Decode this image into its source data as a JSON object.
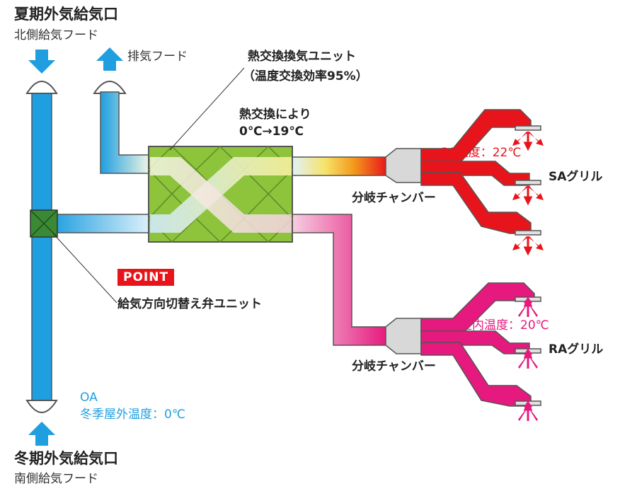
{
  "summer_intake": {
    "title": "夏期外気給気口",
    "subtitle": "北側給気フード"
  },
  "winter_intake": {
    "title": "冬期外気給気口",
    "subtitle": "南側給気フード"
  },
  "exhaust_hood": "排気フード",
  "heat_exchanger": {
    "name": "熱交換換気ユニット",
    "efficiency": "（温度交換効率95%）",
    "note1": "熱交換により",
    "note2": "0℃→19℃"
  },
  "supply_chamber": "分岐チャンバー",
  "return_chamber": "分岐チャンバー",
  "sa_temp": "SA温度：22℃",
  "sa_grille": "SAグリル",
  "room_temp": "室内温度：20℃",
  "ra_grille": "RAグリル",
  "point_badge": "POINT",
  "valve_unit": "給気方向切替え弁ユニット",
  "oa_label": "OA",
  "oa_temp": "冬季屋外温度：0℃",
  "colors": {
    "outdoor_air": "#1f9fe0",
    "supply_air": "#e8141b",
    "return_air": "#e5197e",
    "exchanger": "#8dc43c"
  }
}
